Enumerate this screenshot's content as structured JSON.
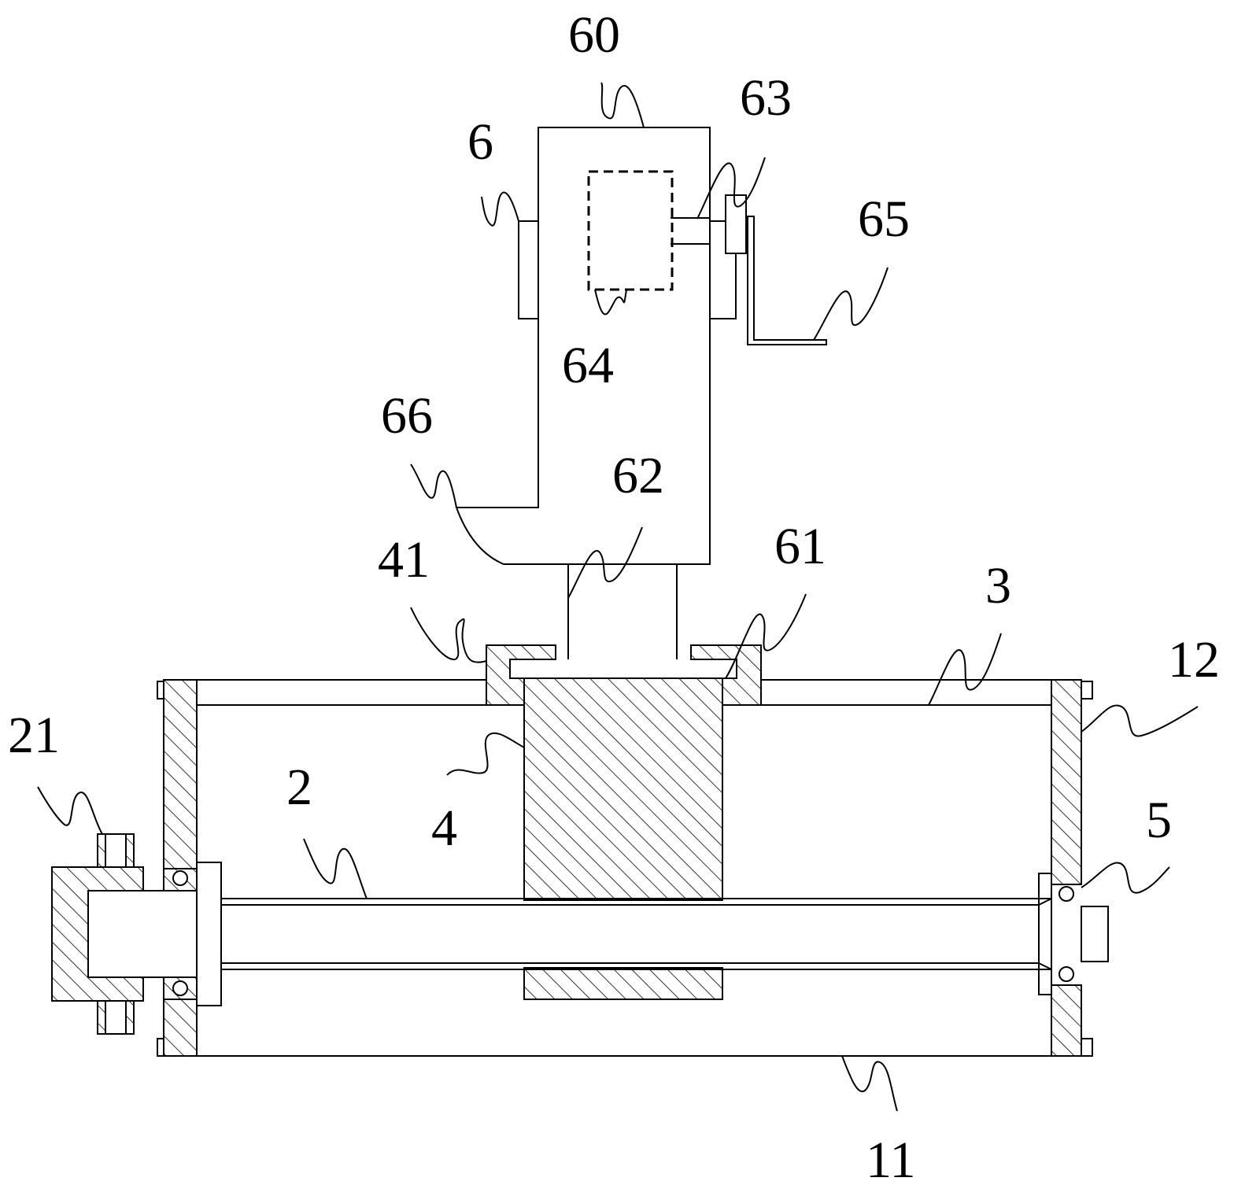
{
  "labels": {
    "l60": "60",
    "l63": "63",
    "l6": "6",
    "l65": "65",
    "l64": "64",
    "l66": "66",
    "l62": "62",
    "l41": "41",
    "l61": "61",
    "l3": "3",
    "l12": "12",
    "l21": "21",
    "l2": "2",
    "l4": "4",
    "l5": "5",
    "l11": "11"
  },
  "colors": {
    "stroke": "#000000",
    "background": "#ffffff"
  }
}
